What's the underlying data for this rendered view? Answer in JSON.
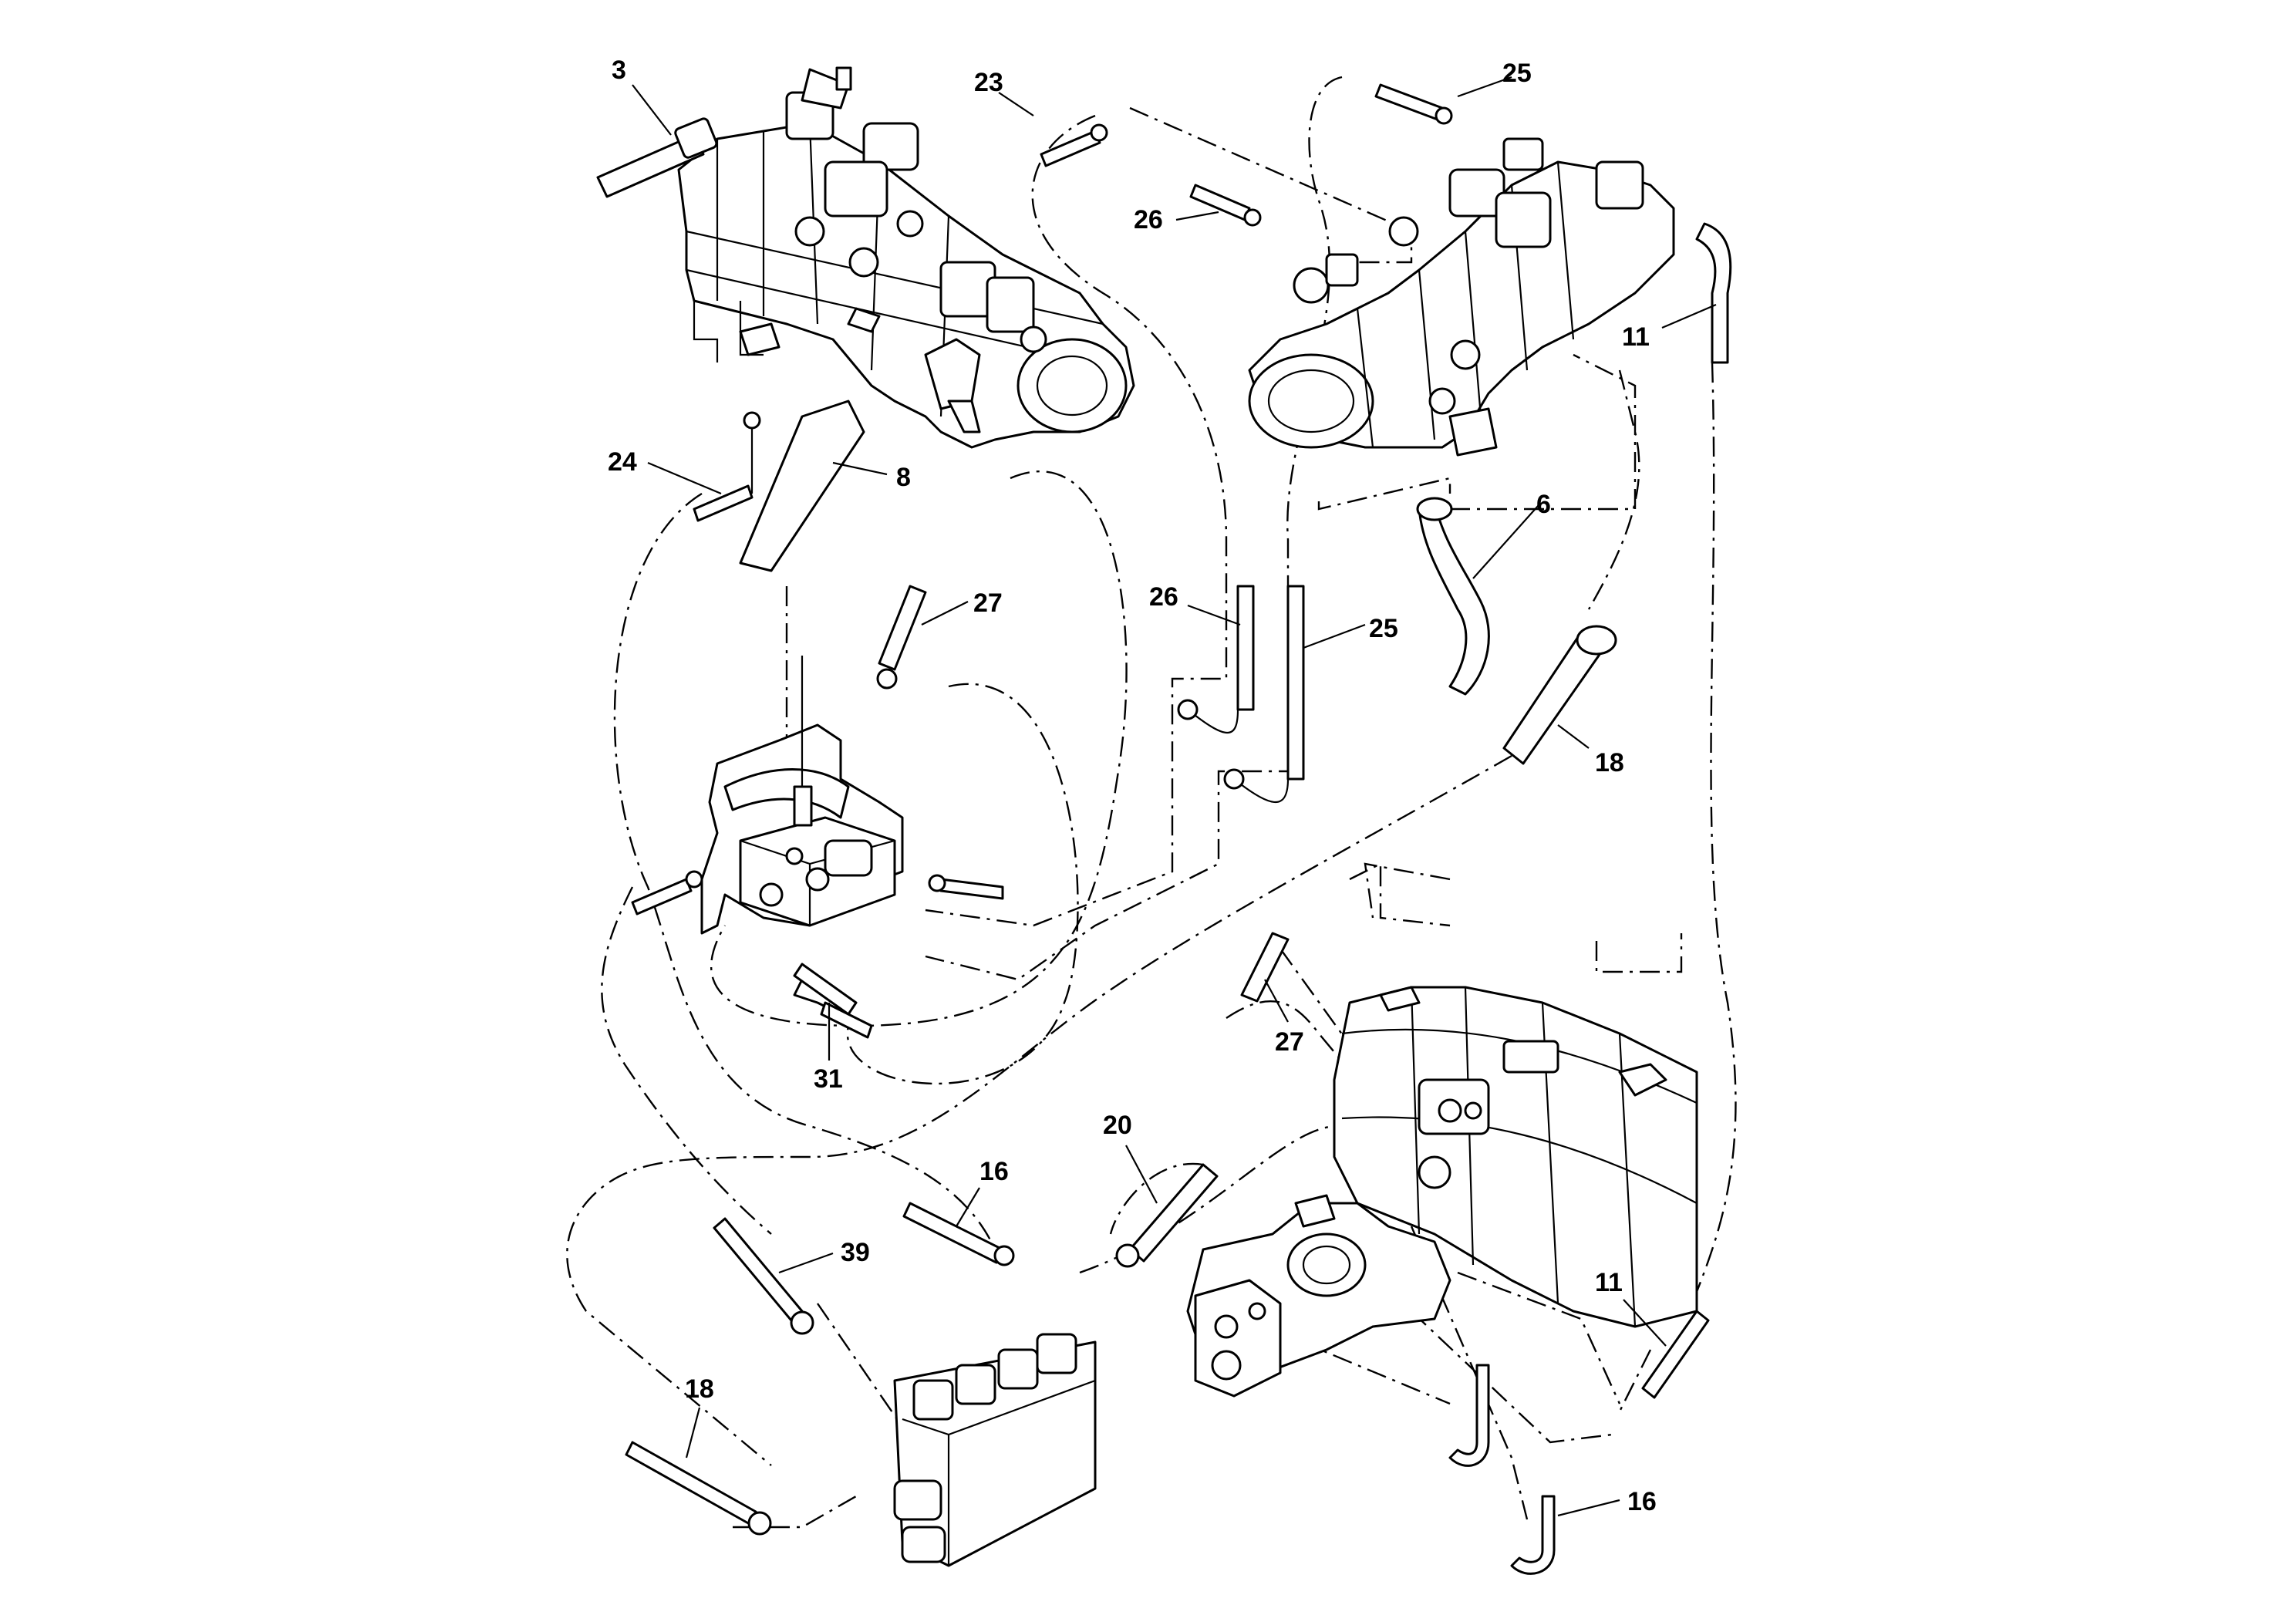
{
  "callouts": [
    {
      "id": "c3",
      "label": "3"
    },
    {
      "id": "c23",
      "label": "23"
    },
    {
      "id": "c25a",
      "label": "25"
    },
    {
      "id": "c26a",
      "label": "26"
    },
    {
      "id": "c11a",
      "label": "11"
    },
    {
      "id": "c24",
      "label": "24"
    },
    {
      "id": "c8",
      "label": "8"
    },
    {
      "id": "c6",
      "label": "6"
    },
    {
      "id": "c27a",
      "label": "27"
    },
    {
      "id": "c26b",
      "label": "26"
    },
    {
      "id": "c25b",
      "label": "25"
    },
    {
      "id": "c18a",
      "label": "18"
    },
    {
      "id": "c27b",
      "label": "27"
    },
    {
      "id": "c31",
      "label": "31"
    },
    {
      "id": "c20",
      "label": "20"
    },
    {
      "id": "c16a",
      "label": "16"
    },
    {
      "id": "c39",
      "label": "39"
    },
    {
      "id": "c11b",
      "label": "11"
    },
    {
      "id": "c18b",
      "label": "18"
    },
    {
      "id": "c16b",
      "label": "16"
    }
  ]
}
